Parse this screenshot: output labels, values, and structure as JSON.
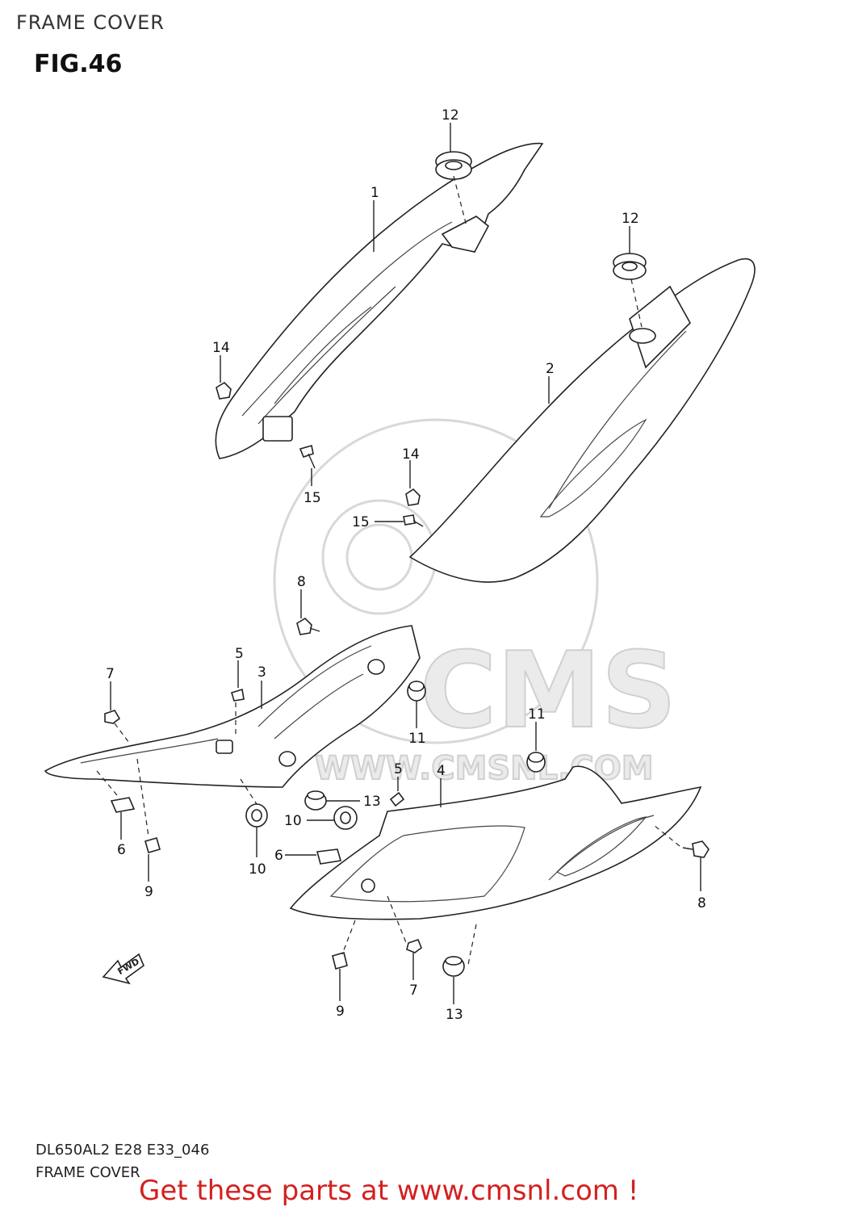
{
  "header": {
    "title": "FRAME COVER",
    "figure": "FIG.46"
  },
  "watermark": {
    "brand": "CMS",
    "url": "WWW.CMSNL.COM"
  },
  "callouts": {
    "c1": "1",
    "c2": "2",
    "c3": "3",
    "c4": "4",
    "c5a": "5",
    "c5b": "5",
    "c6a": "6",
    "c6b": "6",
    "c7a": "7",
    "c7b": "7",
    "c8a": "8",
    "c8b": "8",
    "c9a": "9",
    "c9b": "9",
    "c10a": "10",
    "c10b": "10",
    "c11a": "11",
    "c11b": "11",
    "c12a": "12",
    "c12b": "12",
    "c13a": "13",
    "c13b": "13",
    "c14a": "14",
    "c14b": "14",
    "c15a": "15",
    "c15b": "15"
  },
  "fwd_arrow": "FWD",
  "footer": {
    "code": "DL650AL2 E28 E33_046",
    "name": "FRAME COVER",
    "promo": "Get these parts at www.cmsnl.com !"
  },
  "colors": {
    "promo": "#d42020",
    "linework": "#222222",
    "watermark": "#d8d8d8"
  }
}
